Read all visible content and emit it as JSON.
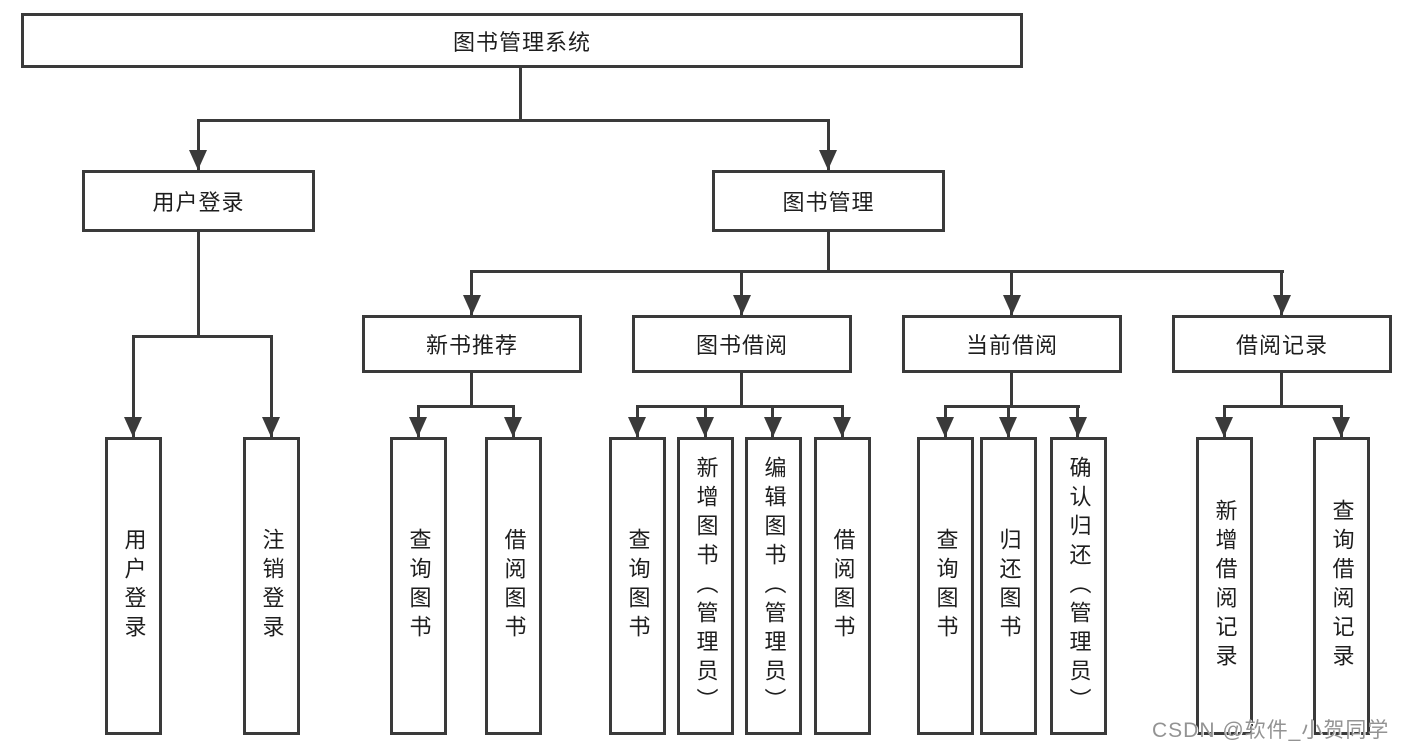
{
  "diagram_type": "functional-structure-tree",
  "tree": {
    "root": {
      "label": "图书管理系统",
      "children": [
        {
          "label": "用户登录",
          "children": [
            {
              "label": "用户登录"
            },
            {
              "label": "注销登录"
            }
          ]
        },
        {
          "label": "图书管理",
          "children": [
            {
              "label": "新书推荐",
              "children": [
                {
                  "label": "查询图书"
                },
                {
                  "label": "借阅图书"
                }
              ]
            },
            {
              "label": "图书借阅",
              "children": [
                {
                  "label": "查询图书"
                },
                {
                  "label": "新增图书（管理员）"
                },
                {
                  "label": "编辑图书（管理员）"
                },
                {
                  "label": "借阅图书"
                }
              ]
            },
            {
              "label": "当前借阅",
              "children": [
                {
                  "label": "查询图书"
                },
                {
                  "label": "归还图书"
                },
                {
                  "label": "确认归还（管理员）"
                }
              ]
            },
            {
              "label": "借阅记录",
              "children": [
                {
                  "label": "新增借阅记录"
                },
                {
                  "label": "查询借阅记录"
                }
              ]
            }
          ]
        }
      ]
    }
  },
  "watermark": {
    "text": "CSDN @软件_小贺同学"
  },
  "colors": {
    "line": "#3a3a3a",
    "box_border": "#3a3a3a",
    "text": "#1e1e1e",
    "background": "#ffffff",
    "watermark": "#939393"
  }
}
